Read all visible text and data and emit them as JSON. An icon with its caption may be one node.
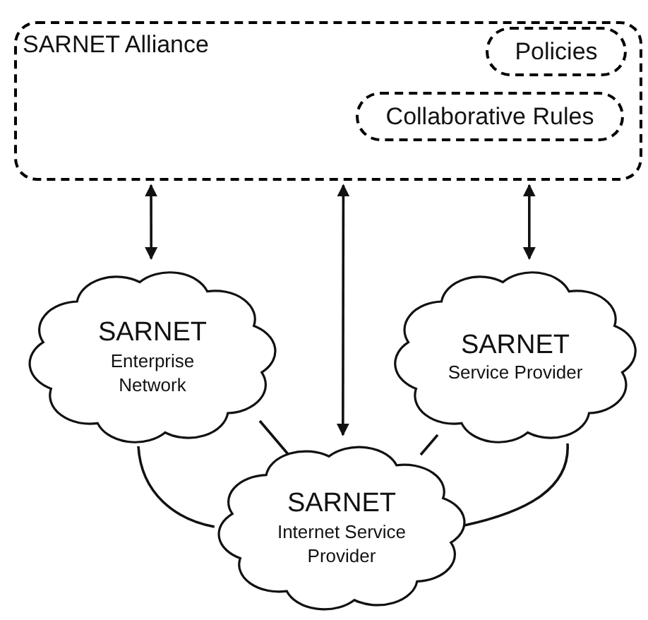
{
  "diagram": {
    "nodes": [
      {
        "text": [
          "SARNET Alliance"
        ]
      },
      {
        "text": [
          "Policies"
        ],
        "in": 0
      },
      {
        "text": [
          "Collaborative Rules"
        ],
        "in": 0
      },
      {
        "text": [
          "SARNET",
          "Enterprise Network"
        ]
      },
      {
        "text": [
          "SARNET",
          "Service Provider"
        ]
      },
      {
        "text": [
          "SARNET",
          "Internet Service Provider"
        ]
      }
    ],
    "edges": [
      {
        "from": 0,
        "to": 3,
        "arrow": "both"
      },
      {
        "from": 0,
        "to": 5,
        "arrow": "both"
      },
      {
        "from": 0,
        "to": 4,
        "arrow": "both"
      },
      {
        "from": 3,
        "to": 5,
        "arrow": "none"
      },
      {
        "from": 3,
        "to": 5,
        "arrow": "none"
      },
      {
        "from": 4,
        "to": 5,
        "arrow": "none"
      },
      {
        "from": 4,
        "to": 5,
        "arrow": "none"
      }
    ]
  }
}
